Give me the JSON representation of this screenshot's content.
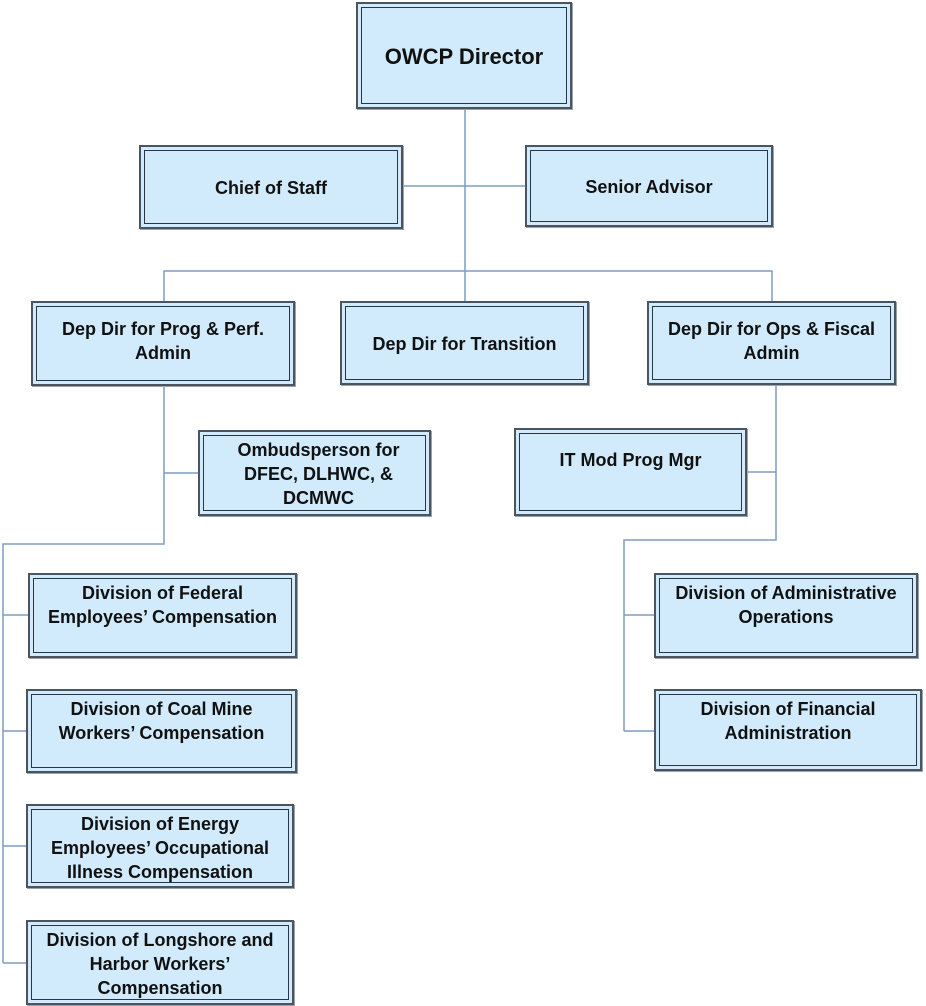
{
  "title": "OWCP Organization Chart",
  "colors": {
    "box_fill": "#d2ebfc",
    "box_border": "#2c3640",
    "connector": "#7d9cc4",
    "text": "#111111"
  },
  "nodes": {
    "director": {
      "label": "OWCP Director"
    },
    "chief_of_staff": {
      "label": "Chief of Staff",
      "reports_to": "director"
    },
    "senior_advisor": {
      "label": "Senior Advisor",
      "reports_to": "director"
    },
    "dep_dir_prog": {
      "label": "Dep Dir for Prog & Perf. Admin",
      "reports_to": "director"
    },
    "dep_dir_transition": {
      "label": "Dep Dir for Transition",
      "reports_to": "director"
    },
    "dep_dir_ops": {
      "label": "Dep Dir for Ops & Fiscal Admin",
      "reports_to": "director"
    },
    "ombudsperson": {
      "label": "Ombudsperson for DFEC, DLHWC, & DCMWC",
      "reports_to": "dep_dir_prog"
    },
    "it_mod": {
      "label": "IT Mod Prog Mgr",
      "reports_to": "dep_dir_ops"
    },
    "dfec": {
      "label": "Division of Federal Employees’ Compensation",
      "reports_to": "dep_dir_prog"
    },
    "dcmwc": {
      "label": "Division of Coal Mine Workers’ Compensation",
      "reports_to": "dep_dir_prog"
    },
    "deeoic": {
      "label": "Division of Energy Employees’ Occupational Illness Compensation",
      "reports_to": "dep_dir_prog"
    },
    "dlhwc": {
      "label": "Division of Longshore and Harbor Workers’ Compensation",
      "reports_to": "dep_dir_prog"
    },
    "dao": {
      "label": "Division of Administrative Operations",
      "reports_to": "dep_dir_ops"
    },
    "dfa": {
      "label": "Division of Financial Administration",
      "reports_to": "dep_dir_ops"
    }
  }
}
